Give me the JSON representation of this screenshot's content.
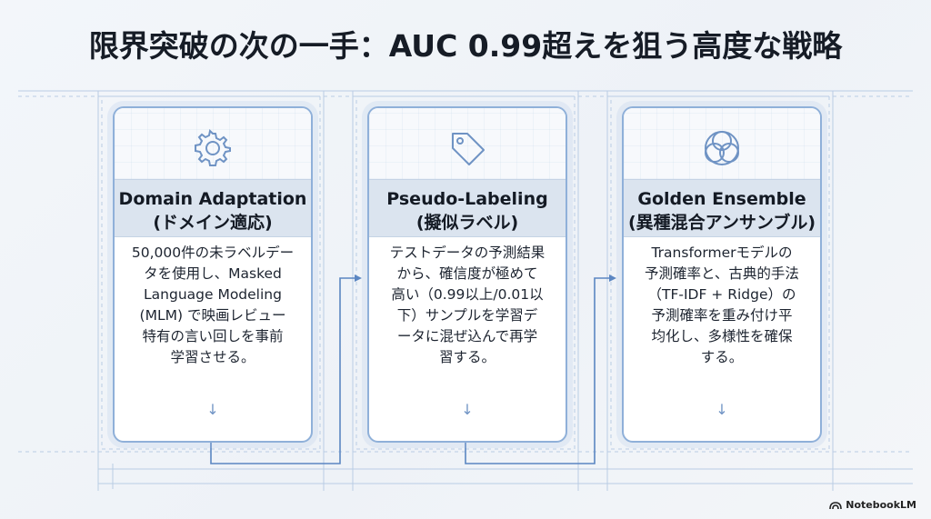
{
  "title": "限界突破の次の一手：AUC 0.99超えを狙う高度な戦略",
  "cards": [
    {
      "icon": "gear-icon",
      "heading_en": "Domain Adaptation",
      "heading_ja": "(ドメイン適応)",
      "body": [
        "50,000件の未ラベルデー",
        "タを使用し、Masked",
        "Language Modeling",
        "(MLM) で映画レビュー",
        "特有の言い回しを事前",
        "学習させる。"
      ]
    },
    {
      "icon": "tag-icon",
      "heading_en": "Pseudo-Labeling",
      "heading_ja": "(擬似ラベル)",
      "body": [
        "テストデータの予測結果",
        "から、確信度が極めて",
        "高い（0.99以上/0.01以",
        "下）サンプルを学習デ",
        "ータに混ぜ込んで再学",
        "習する。"
      ]
    },
    {
      "icon": "venn-icon",
      "heading_en": "Golden Ensemble",
      "heading_ja": "(異種混合アンサンブル)",
      "body": [
        "Transformerモデルの",
        "予測確率と、古典的手法",
        "（TF-IDF + Ridge）の",
        "予測確率を重み付け平",
        "均化し、多様性を確保",
        "する。"
      ]
    }
  ],
  "brand": "NotebookLM",
  "colors": {
    "accent": "#8fb0d9",
    "connector": "#5b86c2",
    "header_band": "#dbe4ef"
  }
}
